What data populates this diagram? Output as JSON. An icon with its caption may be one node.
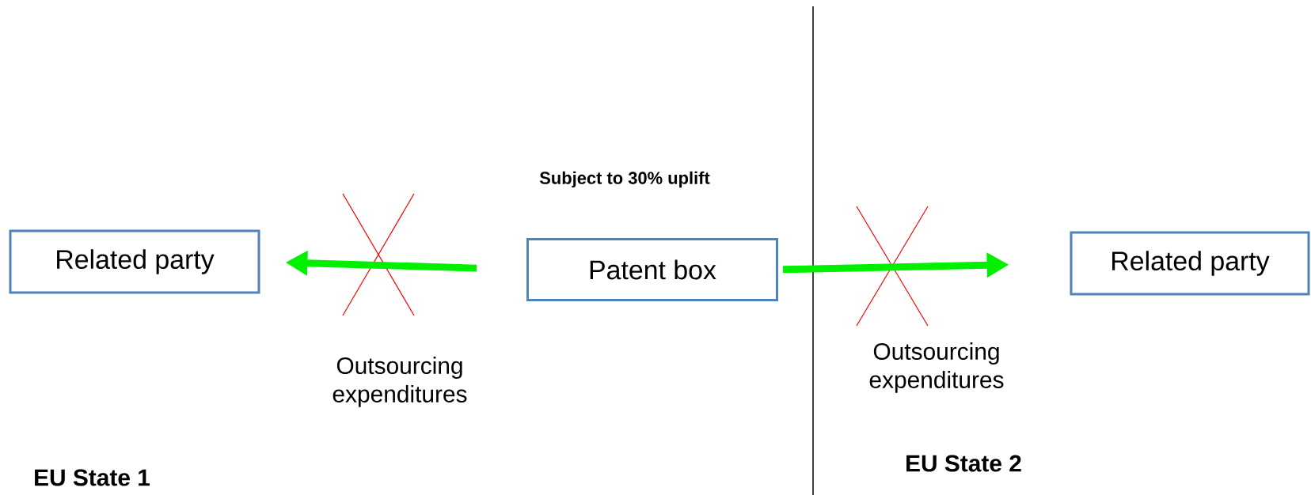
{
  "diagram": {
    "nodes": [
      {
        "text": [
          "Related party"
        ]
      },
      {
        "text": [
          "Patent box"
        ]
      },
      {
        "text": [
          "Related party"
        ]
      }
    ],
    "edges": [
      {
        "from": 1,
        "to": 0,
        "arrow": "to",
        "label": "Outsourcing expenditures"
      },
      {
        "from": 1,
        "to": 2,
        "arrow": "to",
        "label": "Outsourcing expenditures"
      }
    ],
    "labels": [
      "Subject to 30% uplift",
      "EU State 2",
      "EU State 1"
    ]
  }
}
